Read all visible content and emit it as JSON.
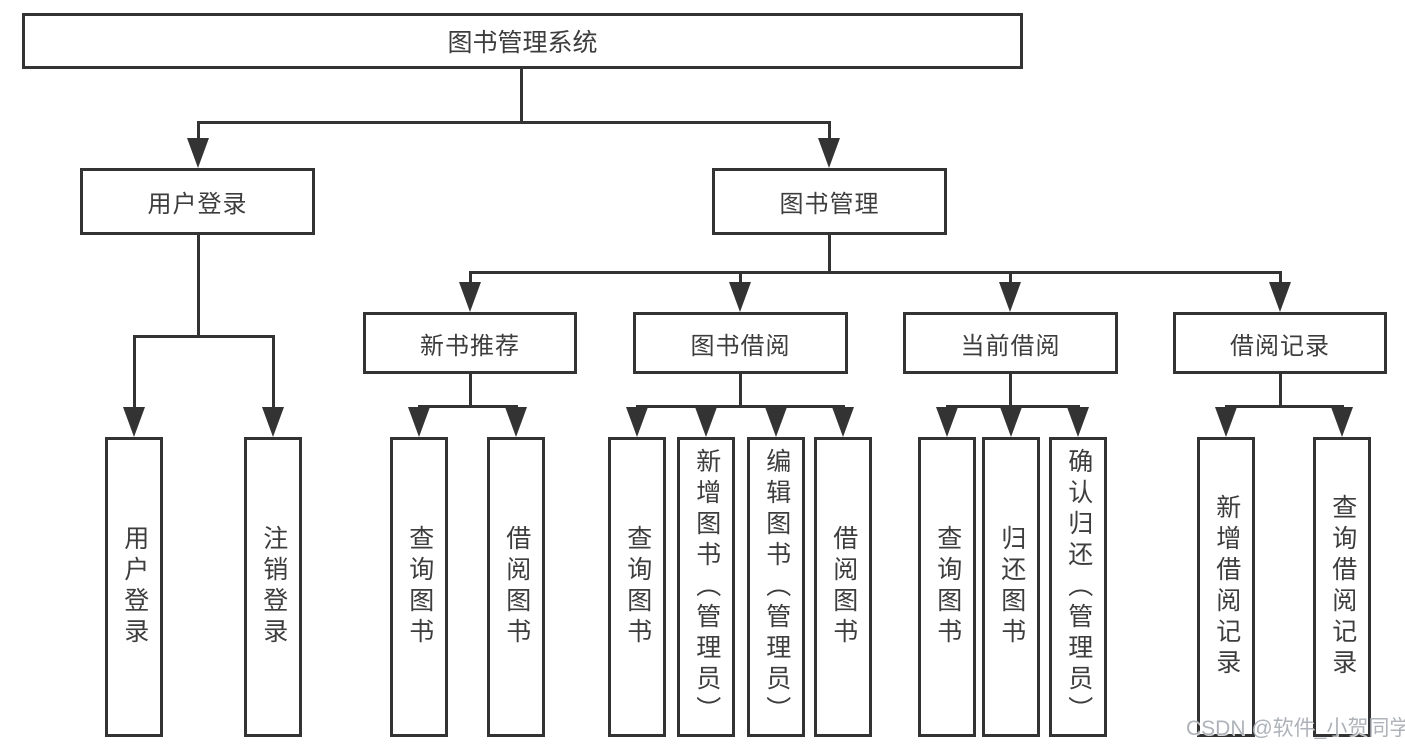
{
  "diagram": {
    "root": {
      "label": "图书管理系统"
    },
    "level2": {
      "user_login": {
        "label": "用户登录"
      },
      "book_management": {
        "label": "图书管理"
      }
    },
    "level3": {
      "new_book_recommend": {
        "label": "新书推荐"
      },
      "book_borrow": {
        "label": "图书借阅"
      },
      "current_borrow": {
        "label": "当前借阅"
      },
      "borrow_records": {
        "label": "借阅记录"
      }
    },
    "leaves": {
      "user_login": {
        "label": "用户登录"
      },
      "logout": {
        "label": "注销登录"
      },
      "nb_query_books": {
        "label": "查询图书"
      },
      "nb_borrow_books": {
        "label": "借阅图书"
      },
      "bb_query_books": {
        "label": "查询图书"
      },
      "bb_add_books": {
        "label": "新增图书（管理员）"
      },
      "bb_edit_books": {
        "label": "编辑图书（管理员）"
      },
      "bb_borrow_books": {
        "label": "借阅图书"
      },
      "cb_query_books": {
        "label": "查询图书"
      },
      "cb_return_books": {
        "label": "归还图书"
      },
      "cb_confirm_return": {
        "label": "确认归还（管理员）"
      },
      "br_add_record": {
        "label": "新增借阅记录"
      },
      "br_query_record": {
        "label": "查询借阅记录"
      }
    }
  },
  "watermark": {
    "text": "CSDN @软件_小贺同学"
  },
  "colors": {
    "line": "#333333",
    "text": "#3d3d3d",
    "background": "#ffffff",
    "watermark": "#aaafb5"
  }
}
